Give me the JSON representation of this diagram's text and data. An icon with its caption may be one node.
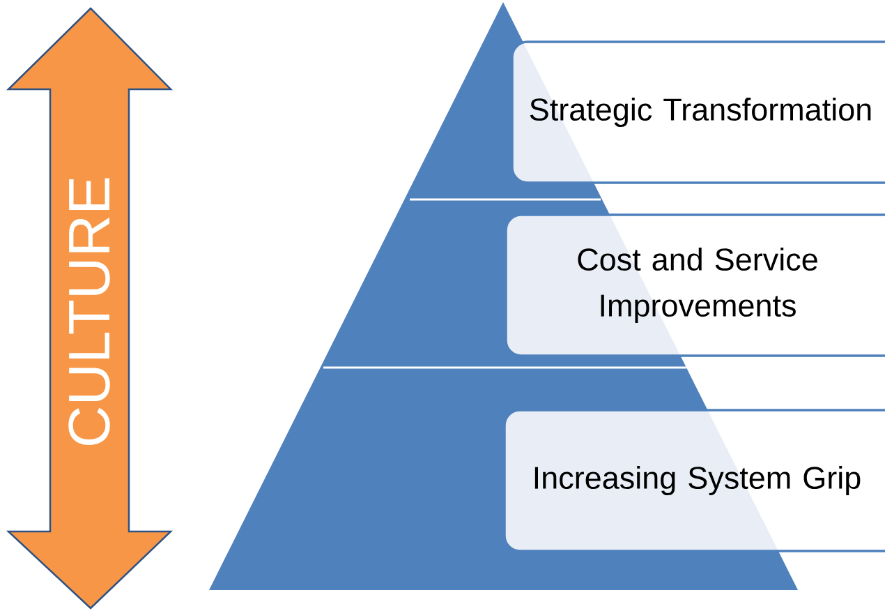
{
  "diagram": {
    "nodes": [
      {
        "text": [
          "CULTURE"
        ]
      },
      {
        "text": [
          "Strategic Transformation"
        ]
      },
      {
        "text": [
          "Cost and Service Improvements"
        ]
      },
      {
        "text": [
          "Increasing System Grip"
        ]
      }
    ]
  }
}
